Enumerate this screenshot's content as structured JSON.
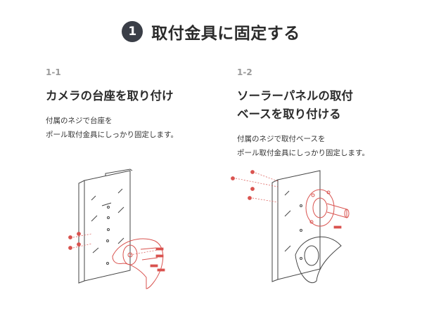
{
  "header": {
    "step_number": "1",
    "title": "取付金具に固定する"
  },
  "sections": [
    {
      "number": "1-1",
      "title_lines": [
        "カメラの台座を取り付け"
      ],
      "description_lines": [
        "付属のネジで台座を",
        "ポール取付金具にしっかり固定します。"
      ]
    },
    {
      "number": "1-2",
      "title_lines": [
        "ソーラーパネルの取付",
        "ベースを取り付ける"
      ],
      "description_lines": [
        "付属のネジで取付ベースを",
        "ポール取付金具にしっかり固定します。"
      ]
    }
  ],
  "colors": {
    "badge": "#3a3e47",
    "accent_red": "#d9534f",
    "line_dark": "#444444",
    "muted_number": "#9a9a9a"
  }
}
